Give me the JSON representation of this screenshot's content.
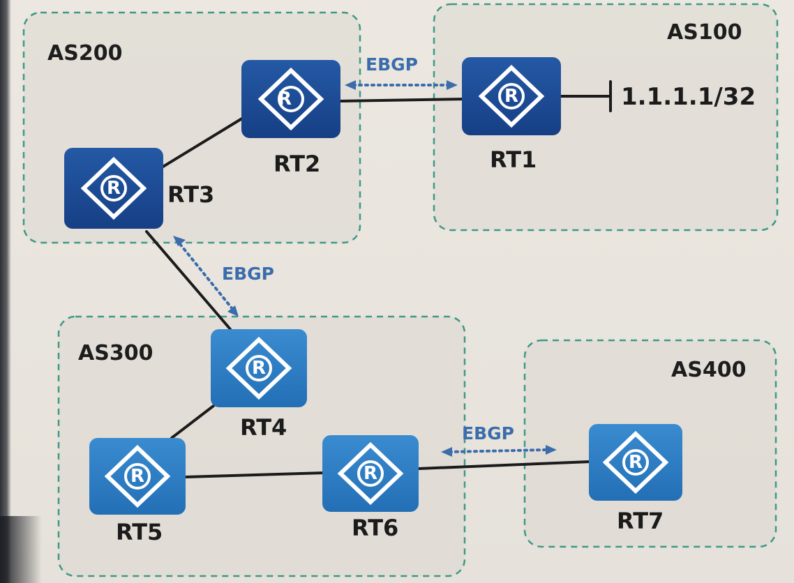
{
  "autonomous_systems": {
    "as100": "AS100",
    "as200": "AS200",
    "as300": "AS300",
    "as400": "AS400"
  },
  "routers": {
    "rt1": "RT1",
    "rt2": "RT2",
    "rt3": "RT3",
    "rt4": "RT4",
    "rt5": "RT5",
    "rt6": "RT6",
    "rt7": "RT7"
  },
  "router_icon_letter": "R",
  "sessions": {
    "rt2_rt1": "EBGP",
    "rt3_rt4": "EBGP",
    "rt6_rt7": "EBGP"
  },
  "network": {
    "prefix": "1.1.1.1/32"
  },
  "colors": {
    "router_dark": "#1d4f99",
    "router_light": "#2f80c8",
    "zone_border": "#3f9886",
    "ebgp": "#3b6cab",
    "link": "#1b1b1b"
  },
  "icons": {
    "router": "router-diamond-icon"
  }
}
